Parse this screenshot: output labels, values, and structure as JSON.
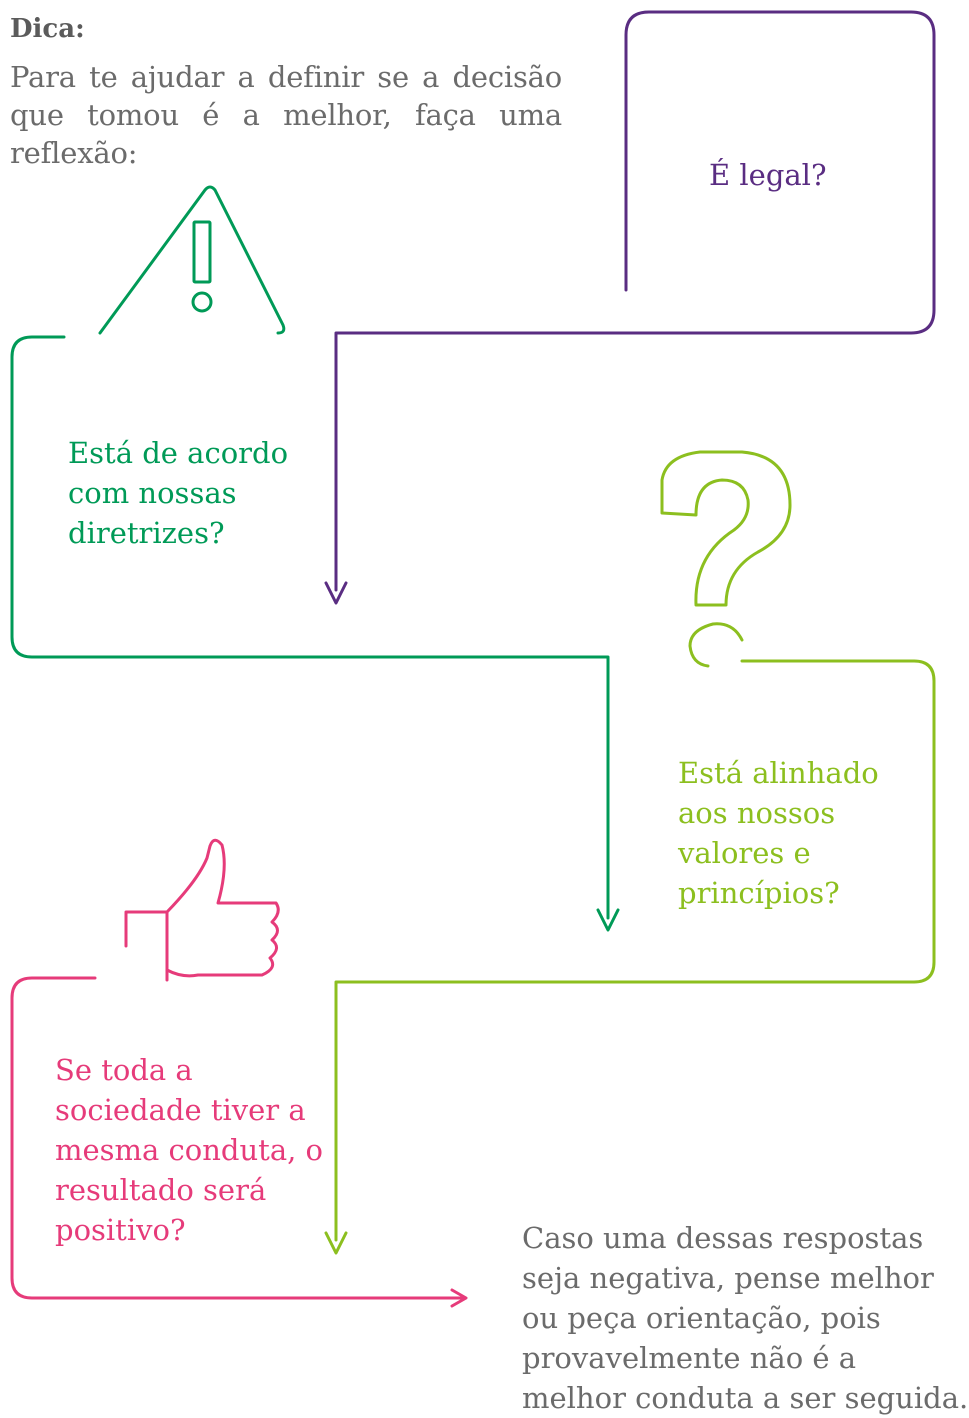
{
  "tip": {
    "title": "Dica:",
    "body": "Para te ajudar a definir se a decisão que tomou é a melhor, faça uma reflexão:"
  },
  "questions": {
    "legal": "É legal?",
    "diretrizes": "Está de acordo com nossas diretrizes?",
    "valores": "Está alinhado aos nossos valores e princípios?",
    "sociedade": "Se toda a sociedade tiver a mesma conduta, o resultado será positivo?"
  },
  "conclusion": "Caso uma dessas respostas seja negativa, pense melhor ou peça orientação, pois provavelmente não é a melhor conduta a ser seguida.",
  "icons": {
    "step1": "scales-of-justice",
    "step2": "warning-triangle-icon",
    "step3": "question-mark-icon",
    "step4": "thumbs-up-icon"
  },
  "colors": {
    "purple": "#5a2d82",
    "green": "#009a57",
    "lime": "#8cbf1f",
    "pink": "#e63b7a",
    "text": "#6b6b6b"
  }
}
